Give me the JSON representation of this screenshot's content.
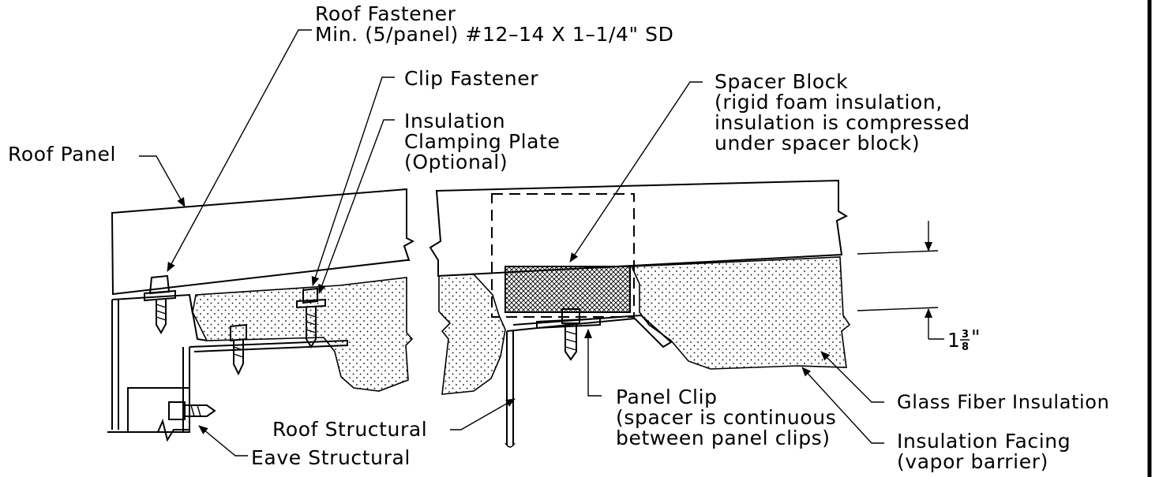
{
  "labels": {
    "roof_fastener_1": "Roof Fastener",
    "roof_fastener_2": "Min. (5/panel) #12–14 X 1–1/4\" SD",
    "clip_fastener": "Clip Fastener",
    "insulation_plate_1": "Insulation",
    "insulation_plate_2": "Clamping Plate",
    "insulation_plate_3": "(Optional)",
    "roof_panel": "Roof Panel",
    "spacer_block_1": "Spacer Block",
    "spacer_block_2": "(rigid foam insulation,",
    "spacer_block_3": "insulation is compressed",
    "spacer_block_4": "under spacer block)",
    "dimension_whole": "1",
    "dimension_num": "3",
    "dimension_den": "8",
    "dimension_unit": "\"",
    "panel_clip_1": "Panel Clip",
    "panel_clip_2": "(spacer is continuous",
    "panel_clip_3": "between panel clips)",
    "glass_fiber": "Glass Fiber Insulation",
    "facing_1": "Insulation Facing",
    "facing_2": "(vapor barrier)",
    "roof_structural": "Roof Structural",
    "eave_structural": "Eave Structural"
  }
}
